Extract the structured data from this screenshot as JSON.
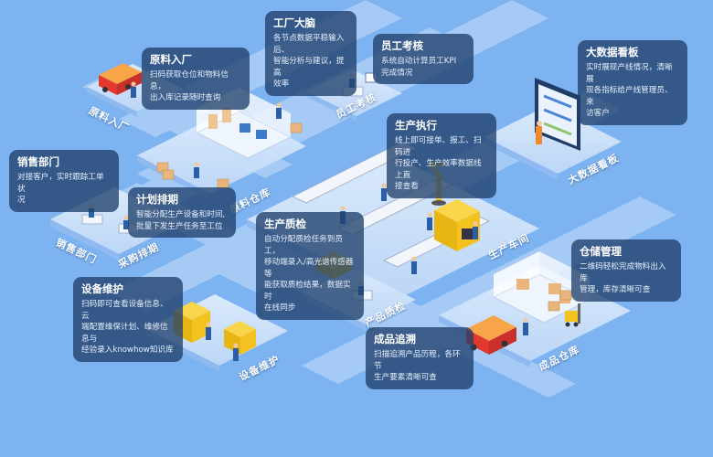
{
  "callouts": {
    "factory_brain": {
      "title": "工厂大脑",
      "lines": [
        "各节点数据平稳输入后、",
        "智能分析与建议，提高",
        "效率"
      ]
    },
    "raw_in": {
      "title": "原料入厂",
      "lines": [
        "扫码获取仓位和物料信息，",
        "出入库记录随时查询"
      ]
    },
    "staff_kpi": {
      "title": "员工考核",
      "lines": [
        "系统自动计算员工KPI",
        "完成情况"
      ]
    },
    "bigdata": {
      "title": "大数据看板",
      "lines": [
        "实时展现产线情况，清晰展",
        "现各指标给产线管理员、来",
        "访客户"
      ]
    },
    "sales": {
      "title": "销售部门",
      "lines": [
        "对接客户，实时跟踪工单状",
        "况"
      ]
    },
    "production": {
      "title": "生产执行",
      "lines": [
        "线上即可接单、报工、扫码进",
        "行投产、生产效率数据线上直",
        "接查看"
      ]
    },
    "planning": {
      "title": "计划排期",
      "lines": [
        "智能分配生产设备和时间,",
        "批量下发生产任务至工位"
      ]
    },
    "quality": {
      "title": "生产质检",
      "lines": [
        "自动分配质检任务到员工，",
        "移动端录入/高光谱传感器等",
        "能获取质检结果，数据实时",
        "在线同步"
      ]
    },
    "warehouse": {
      "title": "仓储管理",
      "lines": [
        "二维码轻松完成物料出入库",
        "管理，库存清晰可查"
      ]
    },
    "maintenance": {
      "title": "设备维护",
      "lines": [
        "扫码即可查看设备信息、云",
        "端配置维保计划、维修信息与",
        "经验录入knowhow知识库"
      ]
    },
    "trace": {
      "title": "成品追溯",
      "lines": [
        "扫描追溯产品历程，各环节",
        "生产要素清晰可查"
      ]
    }
  },
  "zone_labels": {
    "raw_in": "原料入厂",
    "staff": "员工考核",
    "raw_store": "原料仓库",
    "bigdata": "大数据看板",
    "sales": "销售部门",
    "planning": "采购排期",
    "workshop": "生产车间",
    "quality": "产品质检",
    "product_store": "成品仓库",
    "maintenance": "设备维护"
  },
  "colors": {
    "background": "#7cb3f0",
    "platform_top": "#cfe3fa",
    "platform_side": "#8fbaf0",
    "callout_bg": "#20406c",
    "accent_yellow": "#f4c21f",
    "truck_red": "#e2382f",
    "worker_blue": "#2a5fa8"
  }
}
